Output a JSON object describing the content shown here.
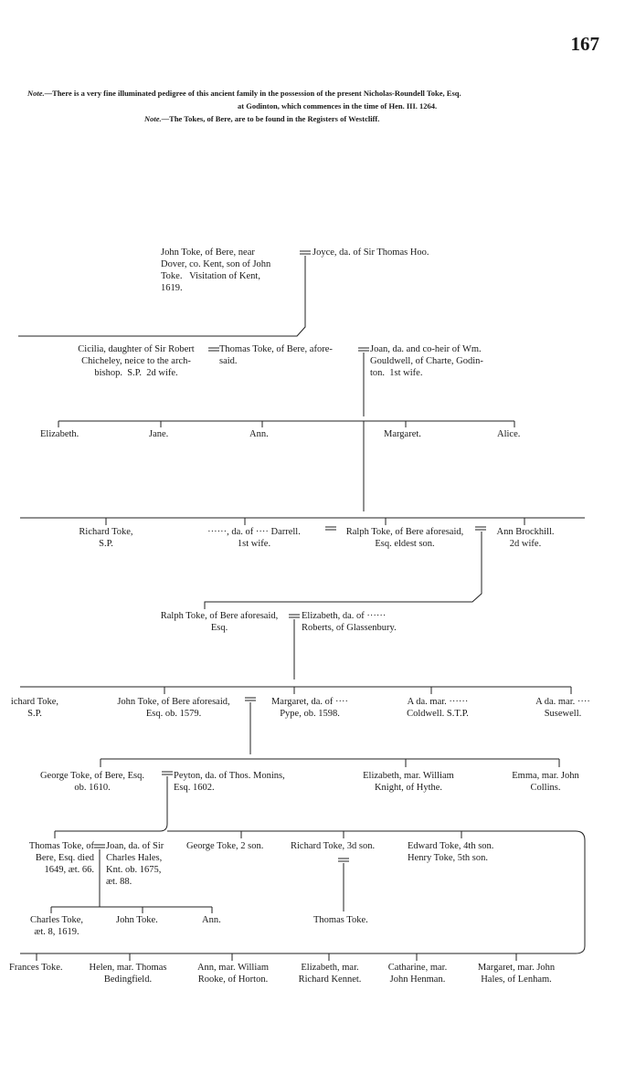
{
  "page_number": "167",
  "notes": {
    "note1_label": "Note.",
    "note1_line1": "—There is a very fine illuminated pedigree of this ancient family in the possession of the present Nicholas-Roundell Toke, Esq.",
    "note1_line2": "at Godinton, which commences in the time of Hen. III. 1264.",
    "note2_label": "Note.",
    "note2_text": "—The Tokes, of Bere, are to be found in the Registers of Westcliff."
  },
  "pedigree": {
    "john_toke": "John Toke, of Bere, near\nDover, co. Kent, son of John\nToke.   Visitation of Kent,\n1619.",
    "joyce": "Joyce, da. of Sir Thomas Hoo.",
    "cicilia": "Cicilia, daughter of Sir Robert\nChicheley, neice to the arch-\nbishop.  S.P.  2d wife.",
    "thomas_toke": "Thomas Toke, of Bere, afore-\nsaid.",
    "joan_gouldwell": "Joan, da. and co-heir of Wm.\nGouldwell, of Charte, Godin-\nton.  1st wife.",
    "gen2_daughters": [
      "Elizabeth.",
      "Jane.",
      "Ann.",
      "Margaret.",
      "Alice."
    ],
    "richard_toke_sp": "Richard Toke,\nS.P.",
    "darrell": "······, da. of ···· Darrell.\n1st wife.",
    "ralph_toke_1": "Ralph Toke, of Bere aforesaid,\nEsq. eldest son.",
    "ann_brockhill": "Ann Brockhill.\n2d wife.",
    "ralph_toke_2": "Ralph Toke, of Bere aforesaid,\nEsq.",
    "elizabeth_roberts": "Elizabeth, da. of ······\nRoberts, of Glassenbury.",
    "richard_toke_2": "ichard Toke,\nS.P.",
    "john_toke_2": "John Toke, of Bere aforesaid,\nEsq. ob. 1579.",
    "margaret_pype": "Margaret, da. of ····\nPype, ob. 1598.",
    "coldwell": "A da. mar. ······\nColdwell. S.T.P.",
    "susewell": "A da. mar. ····\nSusewell.",
    "george_toke": "George Toke, of Bere, Esq.\nob. 1610.",
    "peyton": "Peyton, da. of Thos. Monins,\nEsq. 1602.",
    "elizabeth_knight": "Elizabeth, mar. William\nKnight, of Hythe.",
    "emma_collins": "Emma, mar. John\nCollins.",
    "thomas_toke_3": "Thomas Toke, of\nBere, Esq. died\n1649, æt. 66.",
    "joan_hales": "Joan, da. of Sir\nCharles Hales,\nKnt. ob. 1675,\næt. 88.",
    "george_toke_2": "George Toke, 2 son.",
    "richard_toke_3": "Richard Toke, 3d son.",
    "edward_henry": "Edward Toke, 4th son.\nHenry Toke, 5th son.",
    "charles_toke": "Charles Toke,\næt. 8, 1619.",
    "john_toke_3": "John Toke.",
    "ann_3": "Ann.",
    "thomas_toke_4": "Thomas Toke.",
    "frances": "Frances Toke.",
    "helen": "Helen, mar. Thomas\nBedingfield.",
    "ann_rooke": "Ann, mar. William\nRooke, of Horton.",
    "elizabeth_kennet": "Elizabeth, mar.\nRichard Kennet.",
    "catharine": "Catharine, mar.\nJohn Henman.",
    "margaret_hales": "Margaret, mar. John\nHales, of Lenham."
  }
}
